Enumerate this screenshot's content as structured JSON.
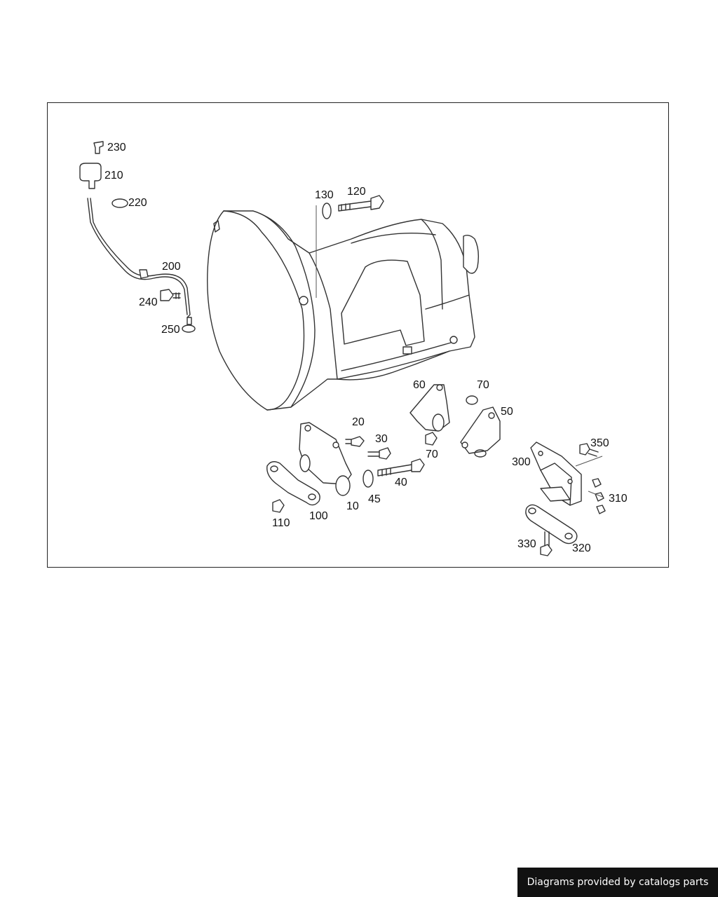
{
  "diagram": {
    "labels": [
      {
        "id": "230",
        "text": "230"
      },
      {
        "id": "210",
        "text": "210"
      },
      {
        "id": "220",
        "text": "220"
      },
      {
        "id": "200",
        "text": "200"
      },
      {
        "id": "240",
        "text": "240"
      },
      {
        "id": "250",
        "text": "250"
      },
      {
        "id": "130",
        "text": "130"
      },
      {
        "id": "120",
        "text": "120"
      },
      {
        "id": "60",
        "text": "60"
      },
      {
        "id": "70a",
        "text": "70"
      },
      {
        "id": "70b",
        "text": "70"
      },
      {
        "id": "50",
        "text": "50"
      },
      {
        "id": "20",
        "text": "20"
      },
      {
        "id": "30",
        "text": "30"
      },
      {
        "id": "40",
        "text": "40"
      },
      {
        "id": "45",
        "text": "45"
      },
      {
        "id": "10",
        "text": "10"
      },
      {
        "id": "100",
        "text": "100"
      },
      {
        "id": "110",
        "text": "110"
      },
      {
        "id": "300",
        "text": "300"
      },
      {
        "id": "350",
        "text": "350"
      },
      {
        "id": "310",
        "text": "310"
      },
      {
        "id": "320",
        "text": "320"
      },
      {
        "id": "330",
        "text": "330"
      }
    ]
  },
  "footer": {
    "credit": "Diagrams provided by catalogs parts"
  }
}
